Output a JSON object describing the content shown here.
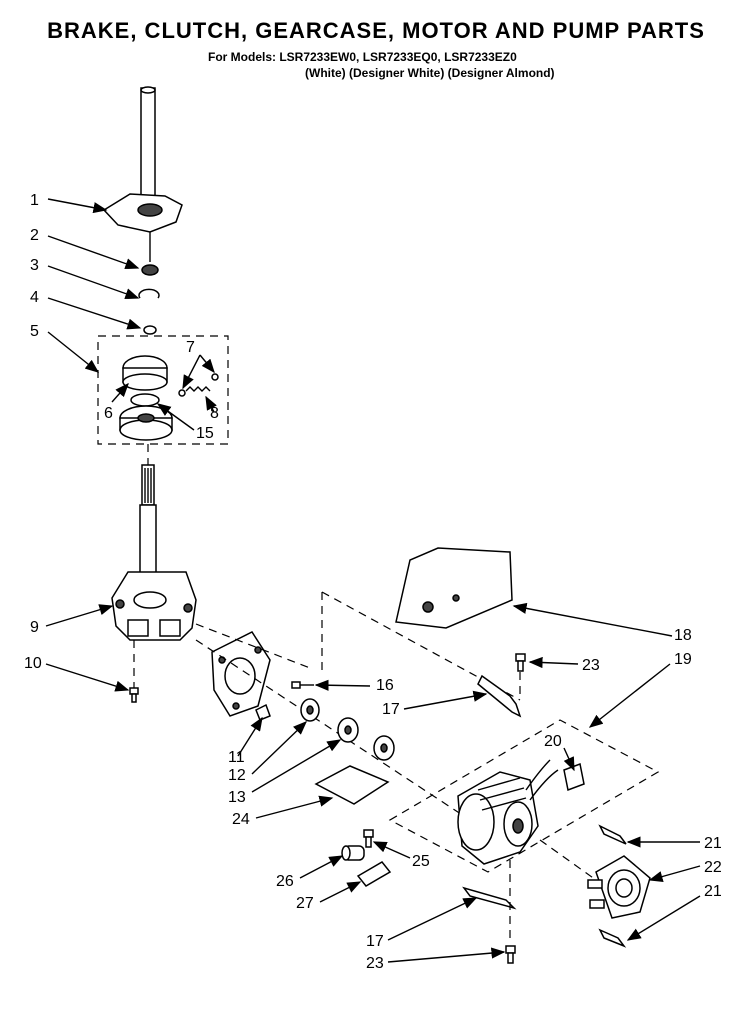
{
  "header": {
    "title": "BRAKE, CLUTCH, GEARCASE, MOTOR AND PUMP PARTS",
    "models_line": "For Models: LSR7233EW0, LSR7233EQ0, LSR7233EZ0",
    "colors_line": "(White) (Designer White) (Designer Almond)"
  },
  "callouts": {
    "c1": "1",
    "c2": "2",
    "c3": "3",
    "c4": "4",
    "c5": "5",
    "c6": "6",
    "c7": "7",
    "c8": "8",
    "c9": "9",
    "c10": "10",
    "c11": "11",
    "c12": "12",
    "c13": "13",
    "c15": "15",
    "c16": "16",
    "c17a": "17",
    "c17b": "17",
    "c18": "18",
    "c19": "19",
    "c20": "20",
    "c21a": "21",
    "c21b": "21",
    "c22": "22",
    "c23a": "23",
    "c23b": "23",
    "c24": "24",
    "c25": "25",
    "c26": "26",
    "c27": "27"
  }
}
